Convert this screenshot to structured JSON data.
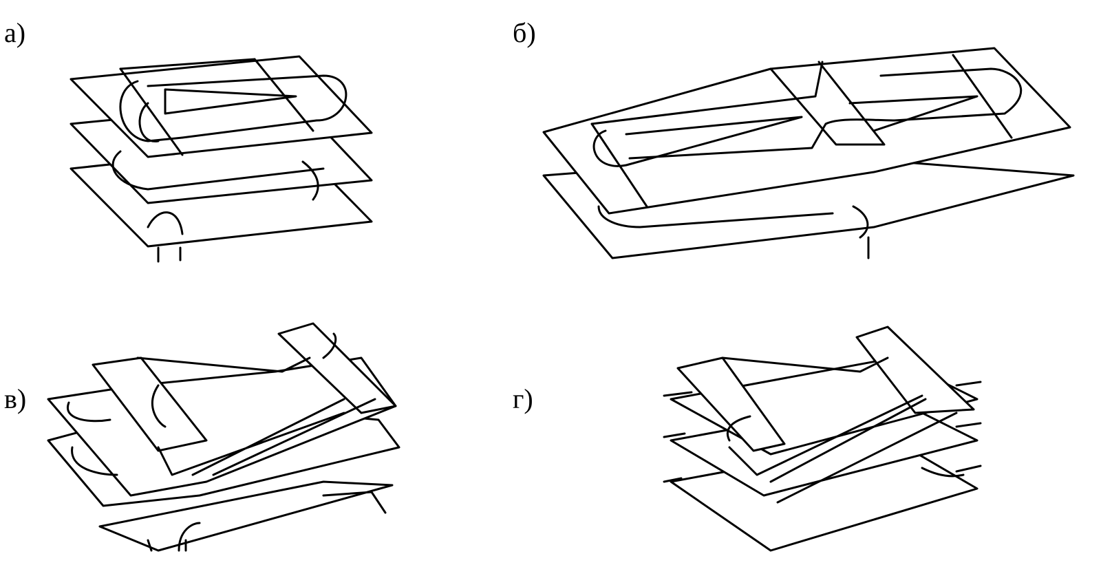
{
  "panels": [
    {
      "id": "a",
      "label": "а)"
    },
    {
      "id": "b",
      "label": "б)"
    },
    {
      "id": "v",
      "label": "в)"
    },
    {
      "id": "g",
      "label": "г)"
    }
  ],
  "colors": {
    "ink": "#000000",
    "background": "#ffffff"
  }
}
